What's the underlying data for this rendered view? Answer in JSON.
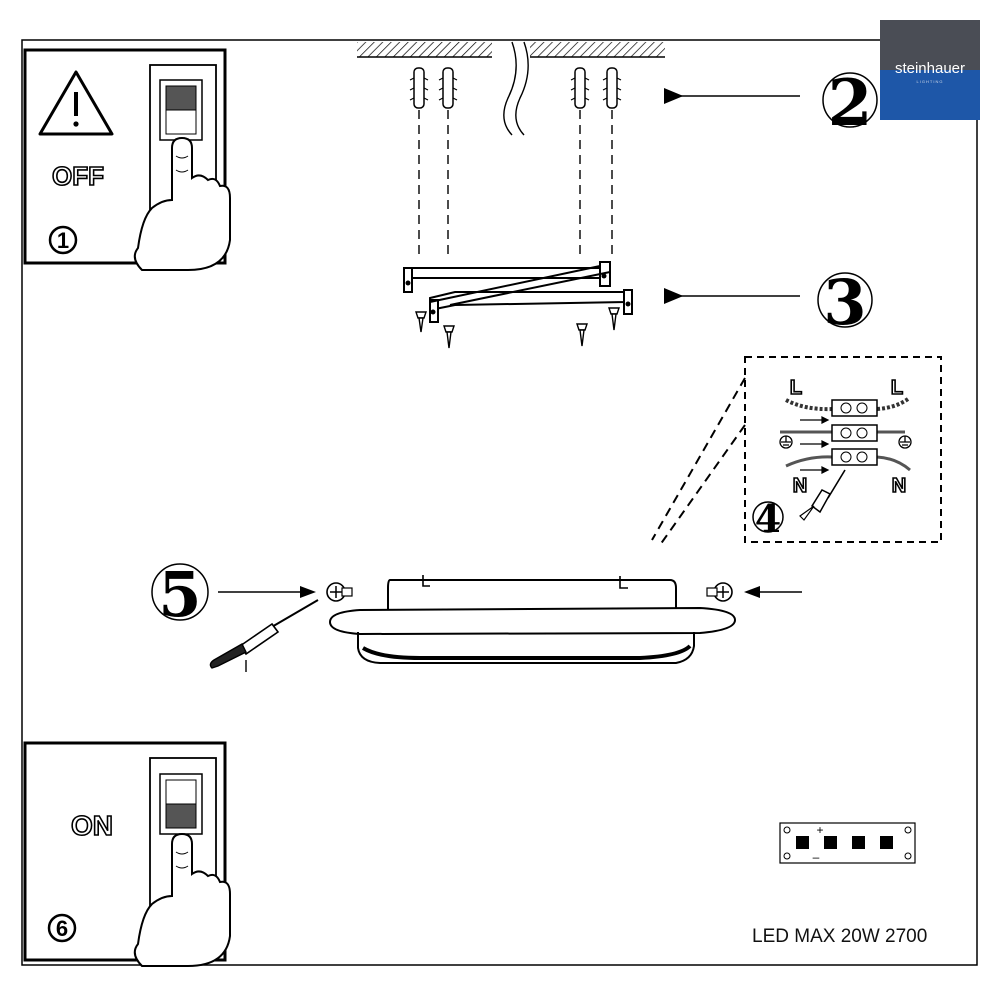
{
  "brand": {
    "name": "steinhauer",
    "tagline": "LIGHTING",
    "colors": {
      "top": "#4a4d55",
      "bottom": "#1e57a8"
    }
  },
  "steps": {
    "s1": {
      "number": "1",
      "label": "OFF"
    },
    "s2": {
      "number": "2"
    },
    "s3": {
      "number": "3"
    },
    "s4": {
      "number": "4",
      "wire_L": "L",
      "wire_N": "N"
    },
    "s5": {
      "number": "5"
    },
    "s6": {
      "number": "6",
      "label": "ON"
    }
  },
  "led_connector": {
    "plus": "+",
    "minus": "–"
  },
  "spec_label": "LED MAX 20W 2700"
}
